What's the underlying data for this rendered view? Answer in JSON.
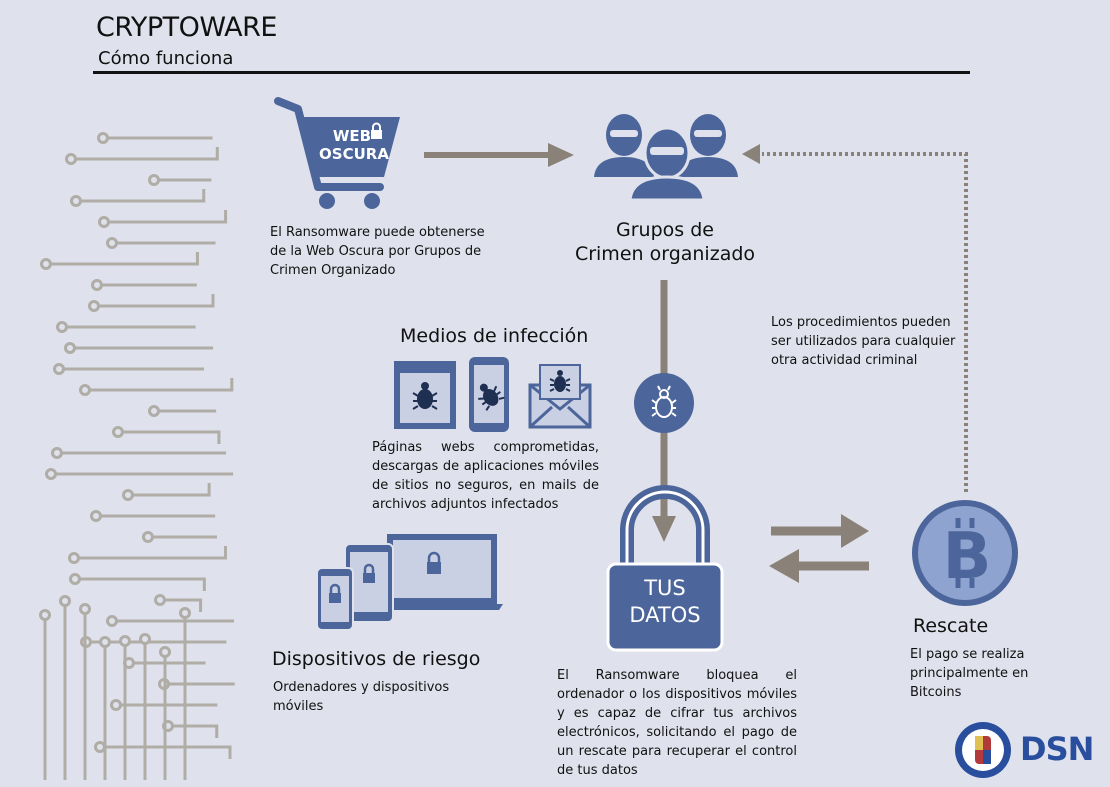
{
  "header": {
    "title": "CRYPTOWARE",
    "subtitle": "Cómo funciona"
  },
  "cart": {
    "label_line1": "WEB",
    "label_line2": "OSCURA"
  },
  "darkweb": {
    "description": "El Ransomware puede obtenerse de la Web Oscura por Grupos de Crimen Organizado"
  },
  "groups": {
    "title_line1": "Grupos de",
    "title_line2": "Crimen organizado"
  },
  "procedures": {
    "note": "Los procedimientos pueden ser utilizados para cualquier otra actividad criminal"
  },
  "infection": {
    "title": "Medios de infección",
    "description": "Páginas webs comprometidas, descargas de aplicaciones móviles de sitios no seguros, en mails de archivos adjuntos infectados"
  },
  "devices": {
    "title": "Dispositivos de riesgo",
    "description": "Ordenadores y dispositivos móviles"
  },
  "lock": {
    "label_line1": "TUS",
    "label_line2": "DATOS",
    "description": "El Ransomware bloquea el ordenador o los dispositivos móviles y es capaz de cifrar tus archivos electrónicos, solicitando el pago de un rescate para recuperar el control de tus datos"
  },
  "ransom": {
    "title": "Rescate",
    "description": "El pago se realiza principalmente en Bitcoins"
  },
  "logo": {
    "text": "DSN"
  },
  "colors": {
    "background": "#dfe2ec",
    "accent_blue": "#4c659a",
    "arrow_brown": "#8a8178",
    "circuit": "#b0aca6"
  }
}
